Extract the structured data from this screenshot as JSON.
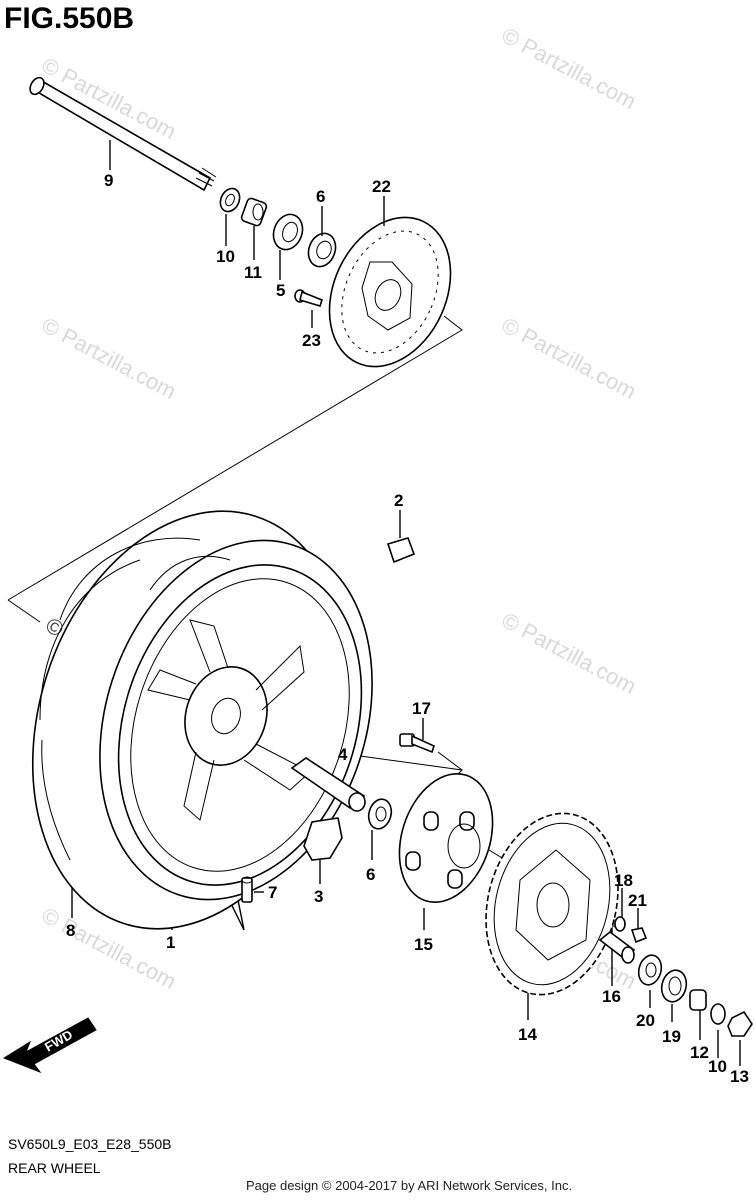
{
  "figure": {
    "title": "FIG.550B",
    "code": "SV650L9_E03_E28_550B",
    "name": "REAR WHEEL",
    "credit": "Page design © 2004-2017 by ARI Network Services, Inc.",
    "watermark": "© Partzilla.com",
    "fwd_label": "FWD"
  },
  "callouts": [
    "1",
    "2",
    "3",
    "4",
    "5",
    "6",
    "6",
    "7",
    "8",
    "9",
    "10",
    "10",
    "11",
    "12",
    "13",
    "14",
    "15",
    "16",
    "17",
    "18",
    "19",
    "20",
    "21",
    "22",
    "23"
  ]
}
